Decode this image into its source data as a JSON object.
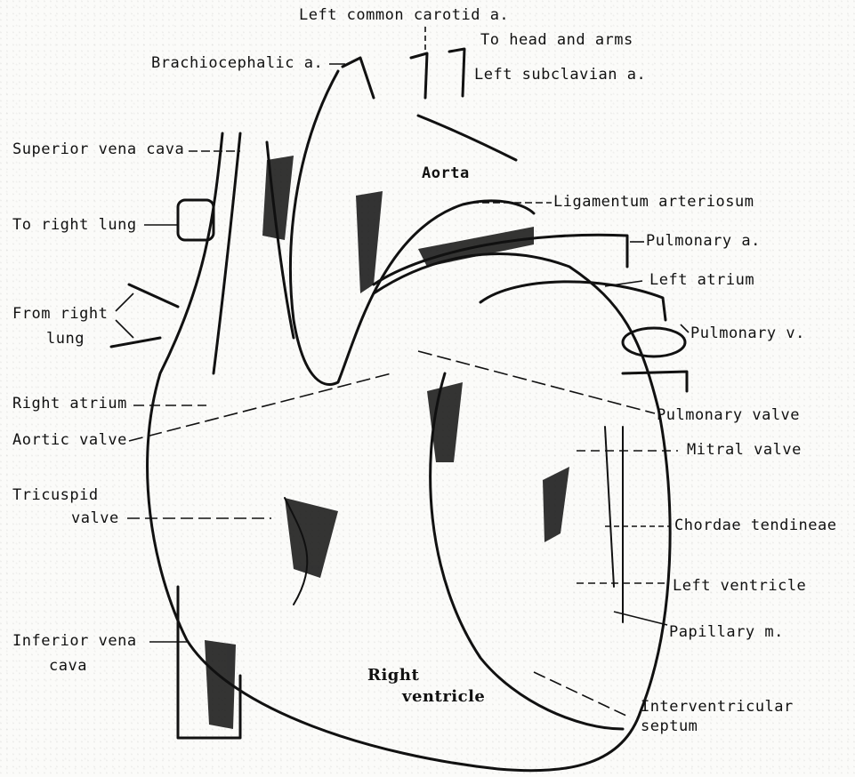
{
  "labels": {
    "left_common_carotid": "Left common carotid a.",
    "to_head_and_arms": "To head and arms",
    "brachiocephalic": "Brachiocephalic a.",
    "left_subclavian": "Left subclavian a.",
    "superior_vena_cava": "Superior vena cava",
    "aorta": "Aorta",
    "ligamentum_arteriosum": "Ligamentum arteriosum",
    "to_right_lung": "To right lung",
    "pulmonary_artery": "Pulmonary a.",
    "left_atrium": "Left atrium",
    "from_right_lung_1": "From right",
    "from_right_lung_2": "lung",
    "pulmonary_vein": "Pulmonary v.",
    "right_atrium": "Right atrium",
    "pulmonary_valve": "Pulmonary valve",
    "aortic_valve": "Aortic valve",
    "mitral_valve": "Mitral valve",
    "tricuspid_1": "Tricuspid",
    "tricuspid_2": "valve",
    "chordae_tendineae": "Chordae tendineae",
    "left_ventricle": "Left ventricle",
    "inferior_vena_cava_1": "Inferior vena",
    "inferior_vena_cava_2": "cava",
    "papillary": "Papillary m.",
    "right_ventricle_1": "Right",
    "right_ventricle_2": "ventricle",
    "interventricular_1": "Interventricular",
    "interventricular_2": "septum"
  },
  "colors": {
    "ink": "#111111",
    "paper": "#fbfbf9"
  }
}
